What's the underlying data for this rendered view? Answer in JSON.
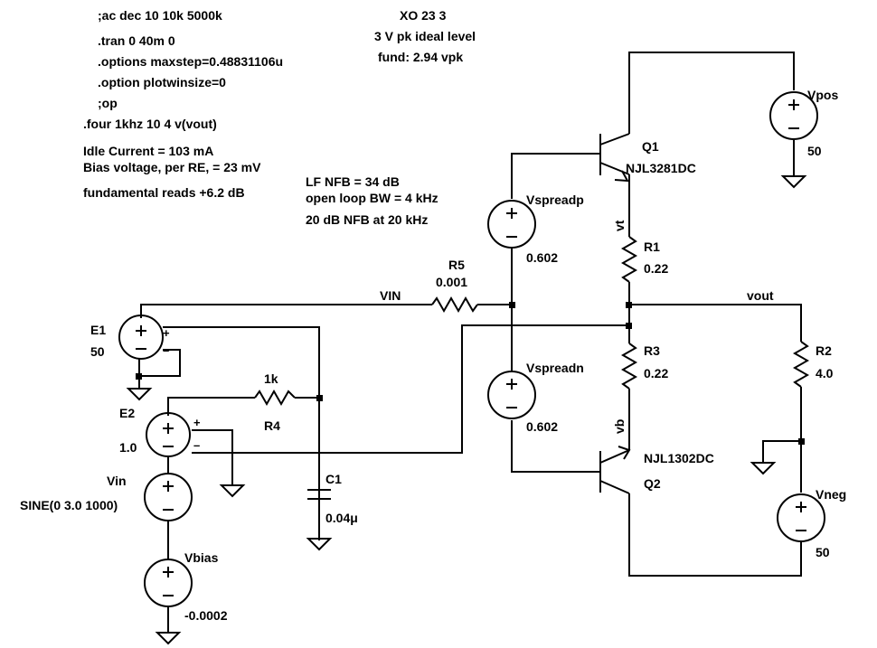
{
  "directives": {
    "ac": ";ac dec 10 10k 5000k",
    "tran": ".tran 0 40m 0",
    "options": ".options maxstep=0.48831106u",
    "option_plot": ".option plotwinsize=0",
    "op": ";op",
    "four": ".four 1khz 10 4 v(vout)"
  },
  "notes": {
    "idle_current": "Idle Current = 103 mA",
    "bias_voltage": "Bias voltage, per RE, = 23 mV",
    "fundamental": "fundamental reads +6.2 dB",
    "xo_title": "XO 23 3",
    "level": "3 V pk ideal level",
    "fund": "fund:  2.94 vpk",
    "lf_nfb": "LF NFB = 34 dB",
    "open_loop": "open loop BW = 4 kHz",
    "nfb_20k": "20 dB NFB at 20 kHz"
  },
  "components": {
    "q1": {
      "name": "Q1",
      "model": "NJL3281DC"
    },
    "q2": {
      "name": "Q2",
      "model": "NJL1302DC"
    },
    "r1": {
      "name": "R1",
      "value": "0.22"
    },
    "r2": {
      "name": "R2",
      "value": "4.0"
    },
    "r3": {
      "name": "R3",
      "value": "0.22"
    },
    "r4": {
      "name": "R4",
      "value": "1k"
    },
    "r5": {
      "name": "R5",
      "value": "0.001"
    },
    "c1": {
      "name": "C1",
      "value": "0.04μ"
    },
    "e1": {
      "name": "E1",
      "value": "50"
    },
    "e2": {
      "name": "E2",
      "value": "1.0"
    },
    "vin": {
      "name": "Vin",
      "value": "SINE(0 3.0 1000)"
    },
    "vbias": {
      "name": "Vbias",
      "value": "-0.0002"
    },
    "vpos": {
      "name": "Vpos",
      "value": "50"
    },
    "vneg": {
      "name": "Vneg",
      "value": "50"
    },
    "vspreadp": {
      "name": "Vspreadp",
      "value": "0.602"
    },
    "vspreadn": {
      "name": "Vspreadn",
      "value": "0.602"
    }
  },
  "nets": {
    "vin": "VIN",
    "vout": "vout",
    "vt": "vt",
    "vb": "vb"
  },
  "pins": {
    "plus": "+",
    "minus": "–"
  }
}
